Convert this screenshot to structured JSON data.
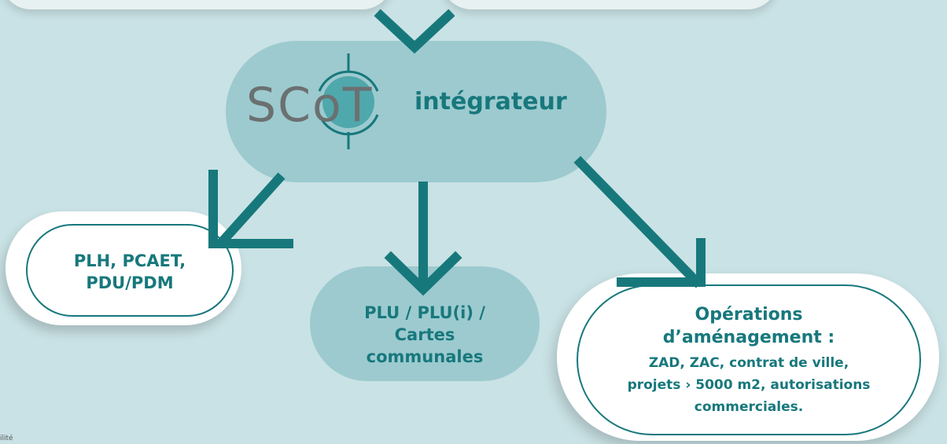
{
  "colors": {
    "background": "#c9e2e5",
    "teal": "#17787c",
    "hub_fill": "#9ccacf",
    "logo_circle": "#4fa8ac",
    "white": "#ffffff"
  },
  "hub": {
    "logo_text": "SCoT",
    "subtitle": "intégrateur"
  },
  "nodes": {
    "left": {
      "line1": "PLH, PCAET,",
      "line2": "PDU/PDM"
    },
    "middle": {
      "line1": "PLU / PLU(i) /",
      "line2": "Cartes",
      "line3": "communales"
    },
    "right": {
      "line1": "Opérations",
      "line2": "d’aménagement :",
      "line3": "ZAD, ZAC, contrat de ville,",
      "line4": "projets › 5000 m2, autorisations",
      "line5": "commerciales."
    }
  },
  "footer": {
    "text": "ilité"
  }
}
